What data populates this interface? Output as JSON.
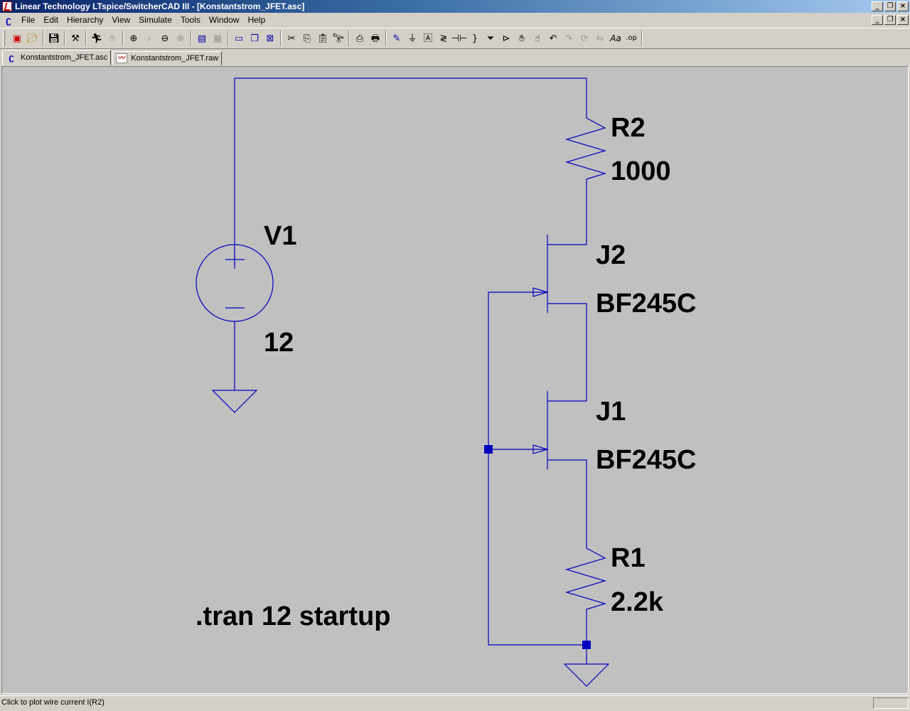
{
  "window": {
    "title": "Linear Technology LTspice/SwitcherCAD III - [Konstantstrom_JFET.asc]",
    "min_glyph": "_",
    "restore_glyph": "❐",
    "close_glyph": "×"
  },
  "menu": {
    "items": [
      "File",
      "Edit",
      "Hierarchy",
      "View",
      "Simulate",
      "Tools",
      "Window",
      "Help"
    ]
  },
  "toolbar": {
    "icons": [
      "new-schematic-icon",
      "open-icon",
      "save-icon",
      "control-panel-icon",
      "run-icon",
      "halt-icon",
      "zoom-in-icon",
      "zoom-pan-icon",
      "zoom-out-icon",
      "zoom-fit-icon",
      "tile-vertical-icon",
      "tile-horizontal-icon",
      "cascade-icon",
      "close-window-icon",
      "cut-icon",
      "copy-icon",
      "paste-icon",
      "find-icon",
      "print-setup-icon",
      "print-icon",
      "draw-wire-icon",
      "ground-icon",
      "label-net-icon",
      "resistor-icon",
      "capacitor-icon",
      "inductor-icon",
      "diode-icon",
      "component-icon",
      "move-icon",
      "drag-icon",
      "undo-icon",
      "redo-icon",
      "rotate-icon",
      "mirror-icon",
      "text-icon",
      "spice-directive-icon"
    ]
  },
  "tabs": [
    {
      "label": "Konstantstrom_JFET.asc",
      "icon": "schematic-icon",
      "active": true
    },
    {
      "label": "Konstantstrom_JFET.raw",
      "icon": "waveform-icon",
      "active": false
    }
  ],
  "schematic": {
    "wire_color": "#0000c0",
    "text_color": "#000000",
    "components": {
      "V1": {
        "name": "V1",
        "value": "12"
      },
      "R2": {
        "name": "R2",
        "value": "1000"
      },
      "J2": {
        "name": "J2",
        "value": "BF245C"
      },
      "J1": {
        "name": "J1",
        "value": "BF245C"
      },
      "R1": {
        "name": "R1",
        "value": "2.2k"
      }
    },
    "directive": ".tran 12 startup"
  },
  "status": {
    "text": "Click to plot wire current I(R2)"
  }
}
